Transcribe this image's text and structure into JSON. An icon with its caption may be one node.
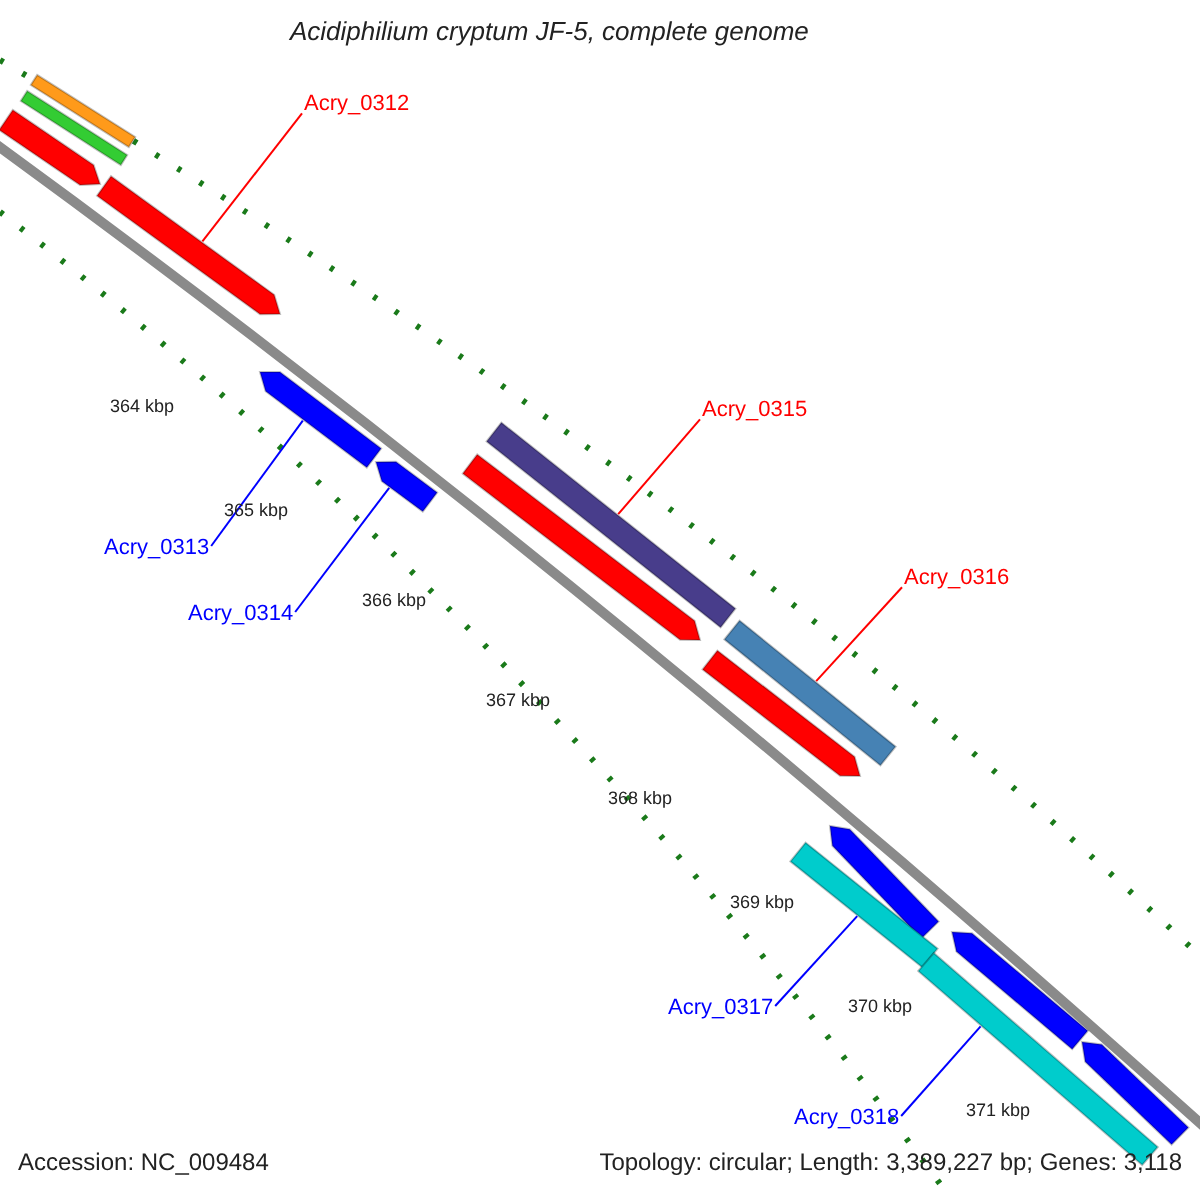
{
  "diagram": {
    "title": "Acidiphilium cryptum JF-5, complete genome",
    "nodes": [
      {
        "text": [
          "Acry_0312"
        ]
      },
      {
        "text": [],
        "shape": "arrow"
      },
      {
        "text": [
          "Acry_0315"
        ]
      },
      {
        "text": [],
        "shape": "bar"
      },
      {
        "text": [
          "Acry_0316"
        ]
      },
      {
        "text": [],
        "shape": "bar"
      },
      {
        "text": [
          "Acry_0313"
        ]
      },
      {
        "text": [],
        "shape": "arrow"
      },
      {
        "text": [
          "Acry_0314"
        ]
      },
      {
        "text": [],
        "shape": "arrow"
      },
      {
        "text": [
          "Acry_0317"
        ]
      },
      {
        "text": [],
        "shape": "bar"
      },
      {
        "text": [
          "Acry_0318"
        ]
      },
      {
        "text": [],
        "shape": "bar"
      },
      {
        "text": [],
        "shape": "bar"
      },
      {
        "text": [],
        "shape": "bar"
      },
      {
        "text": [],
        "shape": "arrow"
      },
      {
        "text": [],
        "shape": "arrow"
      },
      {
        "text": [],
        "shape": "arrow"
      },
      {
        "text": [],
        "shape": "arrow"
      },
      {
        "text": [],
        "shape": "arrow"
      },
      {
        "text": [],
        "shape": "arrow"
      }
    ],
    "edges": [
      {
        "from": 0,
        "to": 1,
        "arrow": "none",
        "color": "#ff0000"
      },
      {
        "from": 2,
        "to": 3,
        "arrow": "none",
        "color": "#ff0000"
      },
      {
        "from": 4,
        "to": 5,
        "arrow": "none",
        "color": "#ff0000"
      },
      {
        "from": 6,
        "to": 7,
        "arrow": "none"
      },
      {
        "from": 8,
        "to": 9,
        "arrow": "none"
      },
      {
        "from": 10,
        "to": 11,
        "arrow": "none"
      },
      {
        "from": 12,
        "to": 13,
        "arrow": "none"
      }
    ],
    "labels": [
      "364 kbp",
      "365 kbp",
      "366 kbp",
      "367 kbp",
      "368 kbp",
      "369 kbp",
      "370 kbp",
      "371 kbp",
      "Accession: NC_009484",
      "Topology: circular; Length: 3,389,227 bp; Genes: 3,118"
    ]
  }
}
